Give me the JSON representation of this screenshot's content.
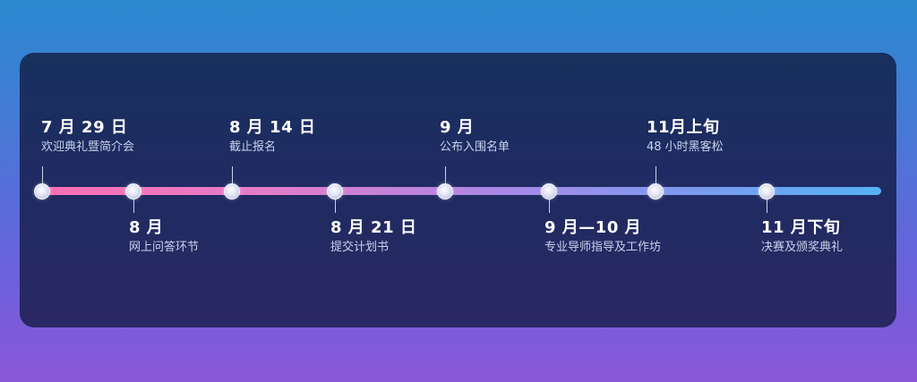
{
  "timeline": {
    "events": [
      {
        "date": "7 月 29 日",
        "desc": "欢迎典礼暨简介会"
      },
      {
        "date": "8 月",
        "desc": "网上问答环节"
      },
      {
        "date": "8 月 14 日",
        "desc": "截止报名"
      },
      {
        "date": "8 月 21 日",
        "desc": "提交计划书"
      },
      {
        "date": "9 月",
        "desc": "公布入围名单"
      },
      {
        "date": "9 月—10 月",
        "desc": "专业导师指导及工作坊"
      },
      {
        "date": "11月上旬",
        "desc": "48 小时黑客松"
      },
      {
        "date": "11 月下旬",
        "desc": "决赛及颁奖典礼"
      }
    ]
  }
}
